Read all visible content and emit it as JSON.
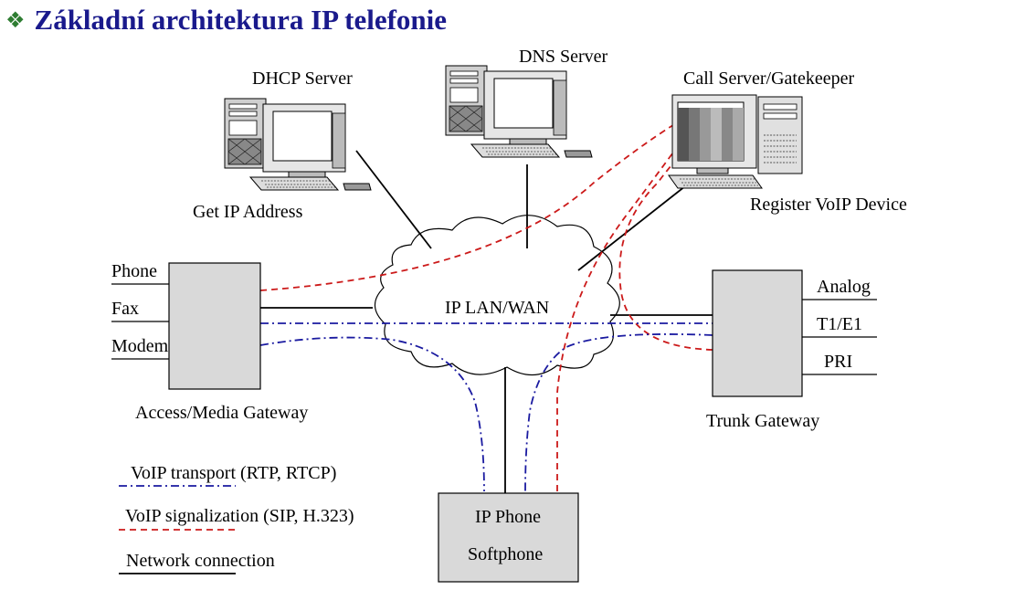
{
  "title": "Základní architektura IP telefonie",
  "bullet_icon": "four-diamond-bullet-icon",
  "colors": {
    "title": "#1a1a8c",
    "bullet": "#2e7d32",
    "transport_line": "#1a1aa0",
    "signalization_line": "#cc1a1a",
    "network_line": "#000000",
    "gateway_fill": "#d9d9d9"
  },
  "nodes": {
    "dhcp_server": {
      "label": "DHCP Server",
      "caption": "Get IP Address",
      "icon": "desktop-computer-icon"
    },
    "dns_server": {
      "label": "DNS Server",
      "icon": "desktop-computer-icon"
    },
    "call_server": {
      "label": "Call Server/Gatekeeper",
      "caption": "Register VoIP Device",
      "icon": "server-computer-icon"
    },
    "cloud": {
      "label": "IP LAN/WAN",
      "icon": "cloud-icon"
    },
    "access_gateway": {
      "label": "Access/Media Gateway",
      "ports": [
        "Phone",
        "Fax",
        "Modem"
      ]
    },
    "trunk_gateway": {
      "label": "Trunk Gateway",
      "ports": [
        "Analog",
        "T1/E1",
        "PRI"
      ]
    },
    "ip_phone": {
      "line1": "IP Phone",
      "line2": "Softphone"
    }
  },
  "legend": [
    {
      "label": "VoIP transport (RTP, RTCP)",
      "style": "dash-dot",
      "color": "#1a1aa0"
    },
    {
      "label": "VoIP signalization (SIP, H.323)",
      "style": "dashed",
      "color": "#cc1a1a"
    },
    {
      "label": "Network connection",
      "style": "solid",
      "color": "#000000"
    }
  ]
}
